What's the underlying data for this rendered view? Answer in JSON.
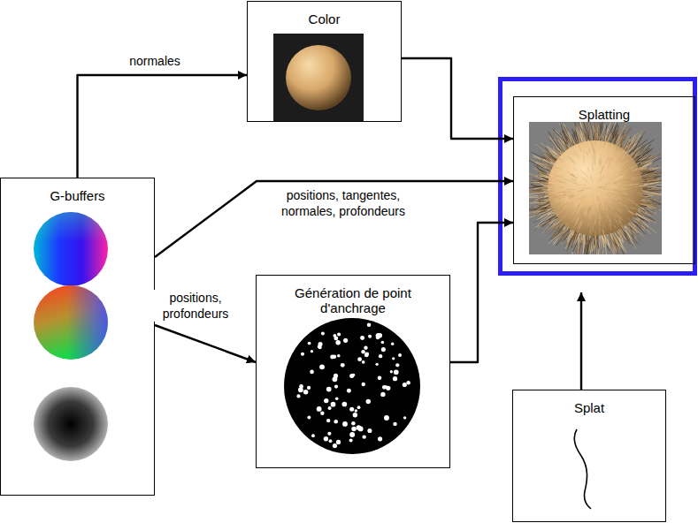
{
  "diagram": {
    "nodes": [
      {
        "text": [
          "Color"
        ]
      },
      {
        "text": [
          "Splatting"
        ]
      },
      {
        "text": [
          "G-buffers"
        ]
      },
      {
        "text": [
          "Génération de point d'anchrage"
        ]
      },
      {
        "text": [
          "Splat"
        ]
      }
    ],
    "edges": [
      {
        "from": 2,
        "to": 0,
        "label": "normales",
        "arrow": "to"
      },
      {
        "from": 0,
        "to": 1,
        "arrow": "to"
      },
      {
        "from": 2,
        "to": 1,
        "label": "positions, tangentes, normales, profondeurs",
        "arrow": "to"
      },
      {
        "from": 2,
        "to": 3,
        "label": "positions, profondeurs",
        "arrow": "to"
      },
      {
        "from": 3,
        "to": 1,
        "arrow": "to"
      },
      {
        "from": 4,
        "to": 1,
        "arrow": "to"
      }
    ]
  }
}
